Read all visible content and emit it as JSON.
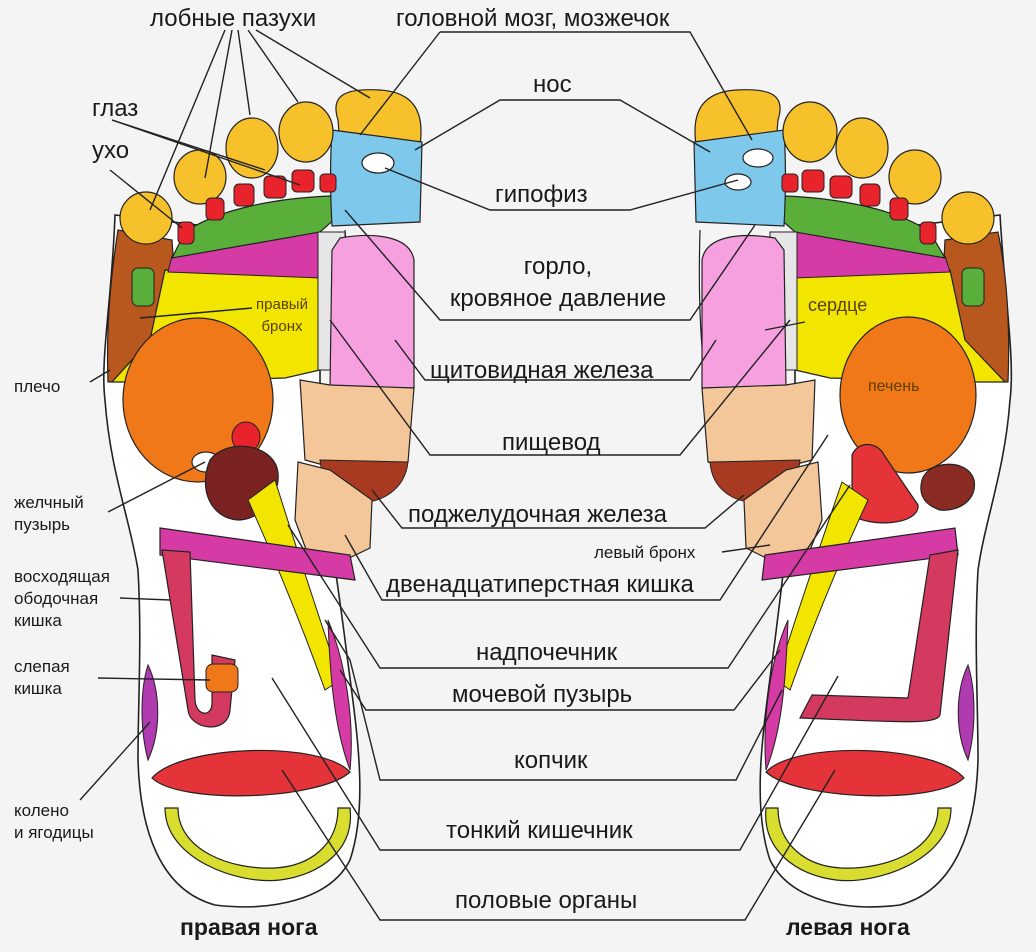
{
  "labels": {
    "frontal_sinuses": "лобные пазухи",
    "brain": "головной мозг, мозжечок",
    "nose": "нос",
    "eye": "глаз",
    "ear": "ухо",
    "pituitary": "гипофиз",
    "throat_1": "горло,",
    "throat_2": "кровяное давление",
    "right_bronchus_1": "правый",
    "right_bronchus_2": "бронх",
    "heart": "сердце",
    "shoulder": "плечо",
    "thyroid": "щитовидная железа",
    "liver": "печень",
    "esophagus": "пищевод",
    "gallbladder_1": "желчный",
    "gallbladder_2": "пузырь",
    "pancreas": "поджелудочная железа",
    "left_bronchus": "левый бронх",
    "duodenum": "двенадцатиперстная кишка",
    "ascending_colon_1": "восходящая",
    "ascending_colon_2": "ободочная",
    "ascending_colon_3": "кишка",
    "adrenal": "надпочечник",
    "cecum_1": "слепая",
    "cecum_2": "кишка",
    "bladder": "мочевой пузырь",
    "coccyx": "копчик",
    "knee_1": "колено",
    "knee_2": "и ягодицы",
    "small_intestine": "тонкий кишечник",
    "genitals": "половые органы",
    "right_foot": "правая нога",
    "left_foot": "левая нога"
  },
  "colors": {
    "toe_yellow": "#f6c12a",
    "brain_blue": "#7ec8ec",
    "toe_red": "#e8232c",
    "green": "#5aae3a",
    "magenta": "#d63aa4",
    "yellow": "#f2e600",
    "pink": "#f7a0e0",
    "orange": "#f07818",
    "brown": "#8a2c24",
    "tan": "#f3c79a",
    "crimson": "#d42a48",
    "red": "#e4343a",
    "limegreen": "#d9dd30",
    "lines": "#222222"
  }
}
